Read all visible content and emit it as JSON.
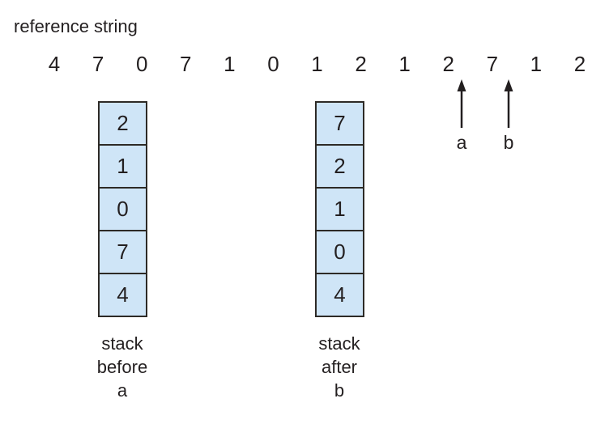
{
  "reference_string_label": "reference string",
  "reference_string": [
    "4",
    "7",
    "0",
    "7",
    "1",
    "0",
    "1",
    "2",
    "1",
    "2",
    "7",
    "1",
    "2"
  ],
  "stack_before": {
    "cells": [
      "2",
      "1",
      "0",
      "7",
      "4"
    ],
    "caption": [
      "stack",
      "before",
      "a"
    ]
  },
  "stack_after": {
    "cells": [
      "7",
      "2",
      "1",
      "0",
      "4"
    ],
    "caption": [
      "stack",
      "after",
      "b"
    ]
  },
  "arrow_a": {
    "label": "a"
  },
  "arrow_b": {
    "label": "b"
  },
  "colors": {
    "cell_fill": "#cfe5f7",
    "border": "#2d2a26",
    "text": "#231f20",
    "background": "#ffffff"
  }
}
